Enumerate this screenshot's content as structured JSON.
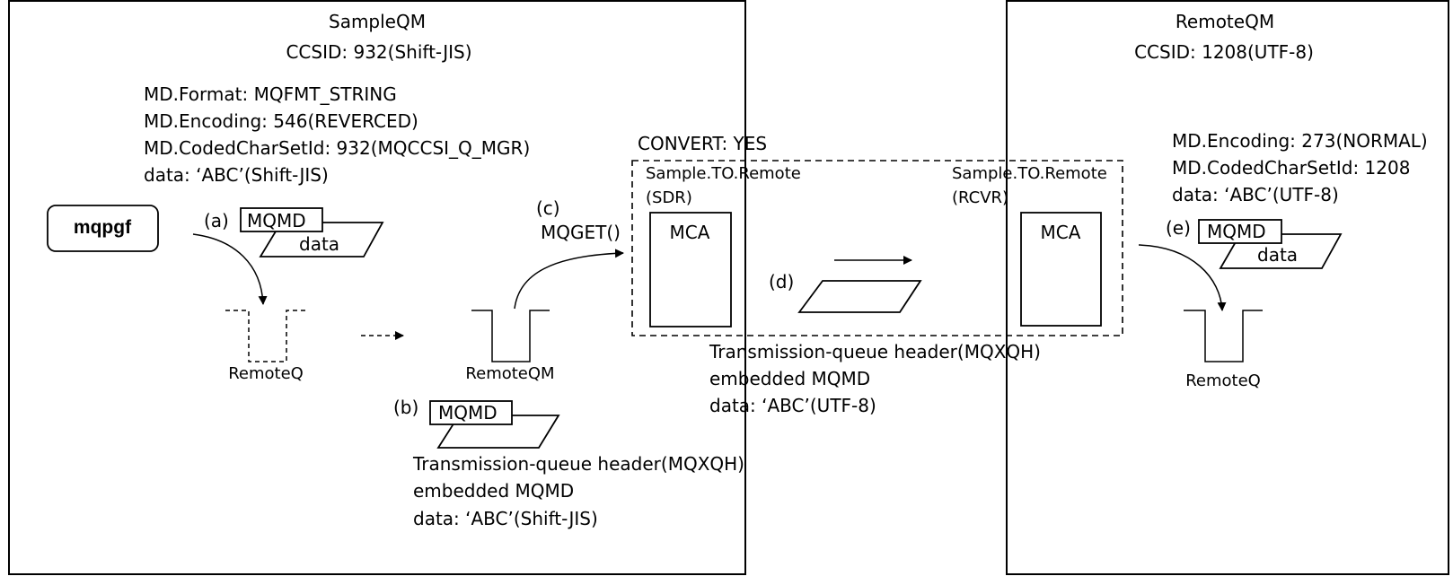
{
  "sample_qm": {
    "title": "SampleQM",
    "ccsid": "CCSID: 932(Shift-JIS)",
    "md_format": "MD.Format: MQFMT_STRING",
    "md_encoding": "MD.Encoding: 546(REVERCED)",
    "md_ccsid": "MD.CodedCharSetId: 932(MQCCSI_Q_MGR)",
    "data": "data: ‘ABC’(Shift-JIS)",
    "program": "mqpgf",
    "remote_q": "RemoteQ",
    "xmit_q": "RemoteQM"
  },
  "remote_qm": {
    "title": "RemoteQM",
    "ccsid": "CCSID: 1208(UTF-8)",
    "md_encoding": "MD.Encoding: 273(NORMAL)",
    "md_ccsid": "MD.CodedCharSetId: 1208",
    "data": "data: ‘ABC’(UTF-8)",
    "local_q": "RemoteQ"
  },
  "channel": {
    "convert": "CONVERT: YES",
    "sdr_name": "Sample.TO.Remote",
    "sdr_type": "(SDR)",
    "rcvr_name": "Sample.TO.Remote",
    "rcvr_type": "(RCVR)",
    "mca_sender": "MCA",
    "mca_receiver": "MCA",
    "mqget": "MQGET()"
  },
  "steps": {
    "a": "(a)",
    "b": "(b)",
    "c": "(c)",
    "d": "(d)",
    "e": "(e)"
  },
  "message_a": {
    "md": "MQMD",
    "data": "data"
  },
  "message_b": {
    "md": "MQMD",
    "header": "Transmission-queue header(MQXQH)",
    "embedded": "embedded MQMD",
    "data": "data: ‘ABC’(Shift-JIS)"
  },
  "message_d": {
    "header": "Transmission-queue header(MQXQH)",
    "embedded": "embedded MQMD",
    "data": "data: ‘ABC’(UTF-8)"
  },
  "message_e": {
    "md": "MQMD",
    "data": "data"
  }
}
